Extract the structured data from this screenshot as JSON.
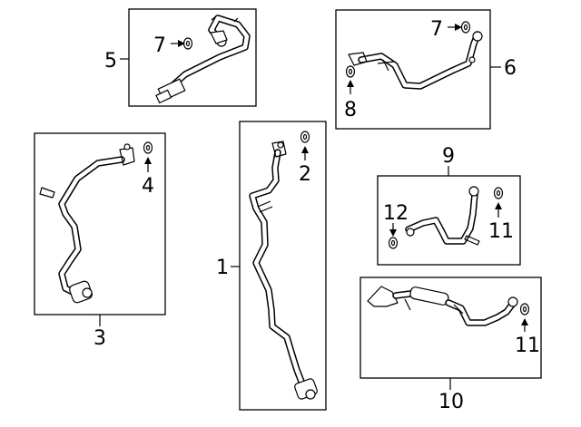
{
  "callouts": {
    "c1": "1",
    "c2": "2",
    "c3": "3",
    "c4": "4",
    "c5": "5",
    "c6": "6",
    "c7a": "7",
    "c7b": "7",
    "c8": "8",
    "c9": "9",
    "c10": "10",
    "c11a": "11",
    "c11b": "11",
    "c12": "12"
  }
}
